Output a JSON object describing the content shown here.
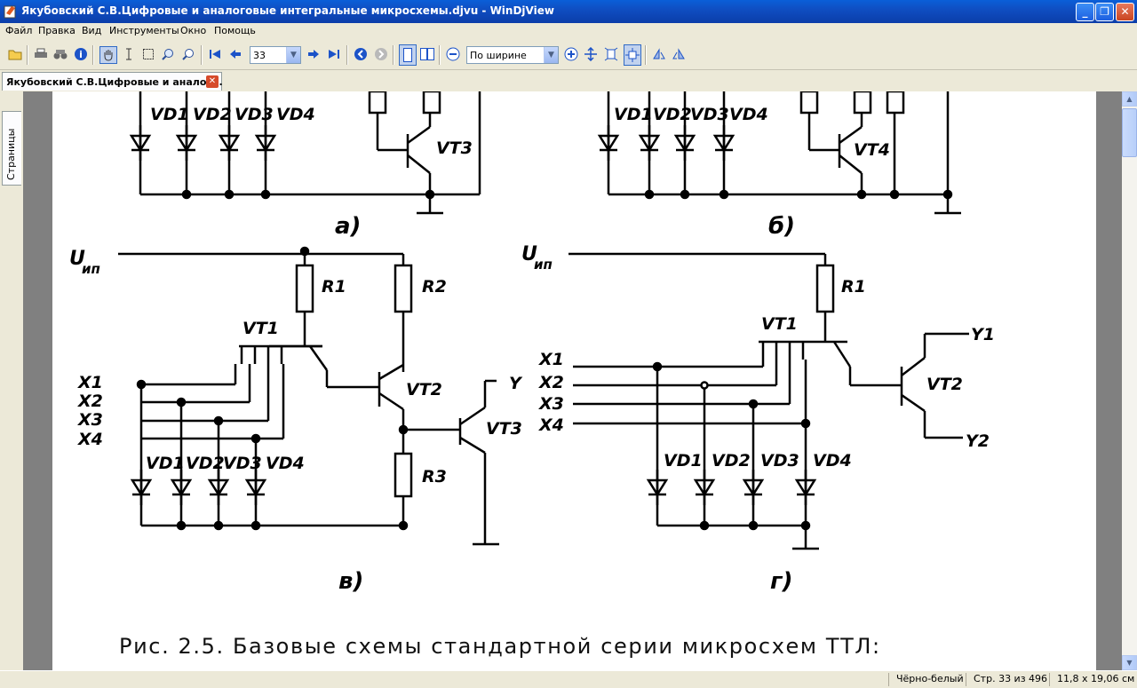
{
  "window": {
    "title": "Якубовский С.В.Цифровые и аналоговые интегральные микросхемы.djvu - WinDjView"
  },
  "menu": [
    "Файл",
    "Правка",
    "Вид",
    "Инструменты",
    "Окно",
    "Помощь"
  ],
  "toolbar": {
    "page_number": "33",
    "zoom": "По ширине"
  },
  "tab": {
    "label": "Якубовский С.В.Цифровые и аналог...",
    "close": "✕"
  },
  "sidebar": {
    "tab_label": "Страницы"
  },
  "page": {
    "diagram_a": {
      "label": "а)",
      "diodes": [
        "VD1",
        "VD2",
        "VD3",
        "VD4"
      ],
      "transistor": "VT3"
    },
    "diagram_b": {
      "label": "б)",
      "diodes": [
        "VD1",
        "VD2",
        "VD3",
        "VD4"
      ],
      "transistor": "VT4"
    },
    "diagram_v": {
      "label": "в)",
      "supply": "U",
      "supply_sub": "ип",
      "resistors": [
        "R1",
        "R2",
        "R3"
      ],
      "transistors": [
        "VT1",
        "VT2",
        "VT3"
      ],
      "inputs": [
        "X1",
        "X2",
        "X3",
        "X4"
      ],
      "diodes": [
        "VD1",
        "VD2",
        "VD3",
        "VD4"
      ],
      "output": "Y"
    },
    "diagram_g": {
      "label": "г)",
      "supply": "U",
      "supply_sub": "ип",
      "resistors": [
        "R1"
      ],
      "transistors": [
        "VT1",
        "VT2"
      ],
      "inputs": [
        "X1",
        "X2",
        "X3",
        "X4"
      ],
      "diodes": [
        "VD1",
        "VD2",
        "VD3",
        "VD4"
      ],
      "outputs": [
        "Y1",
        "Y2"
      ]
    },
    "caption": "Рис. 2.5. Базовые схемы стандартной серии микросхем ТТЛ:"
  },
  "status": {
    "mode": "Чёрно-белый",
    "page": "Стр. 33 из 496",
    "size": "11,8 x 19,06 см"
  },
  "colors": {
    "titlebar": "#0b4fc4",
    "chrome": "#ece9d8",
    "viewport_bg": "#808080"
  }
}
